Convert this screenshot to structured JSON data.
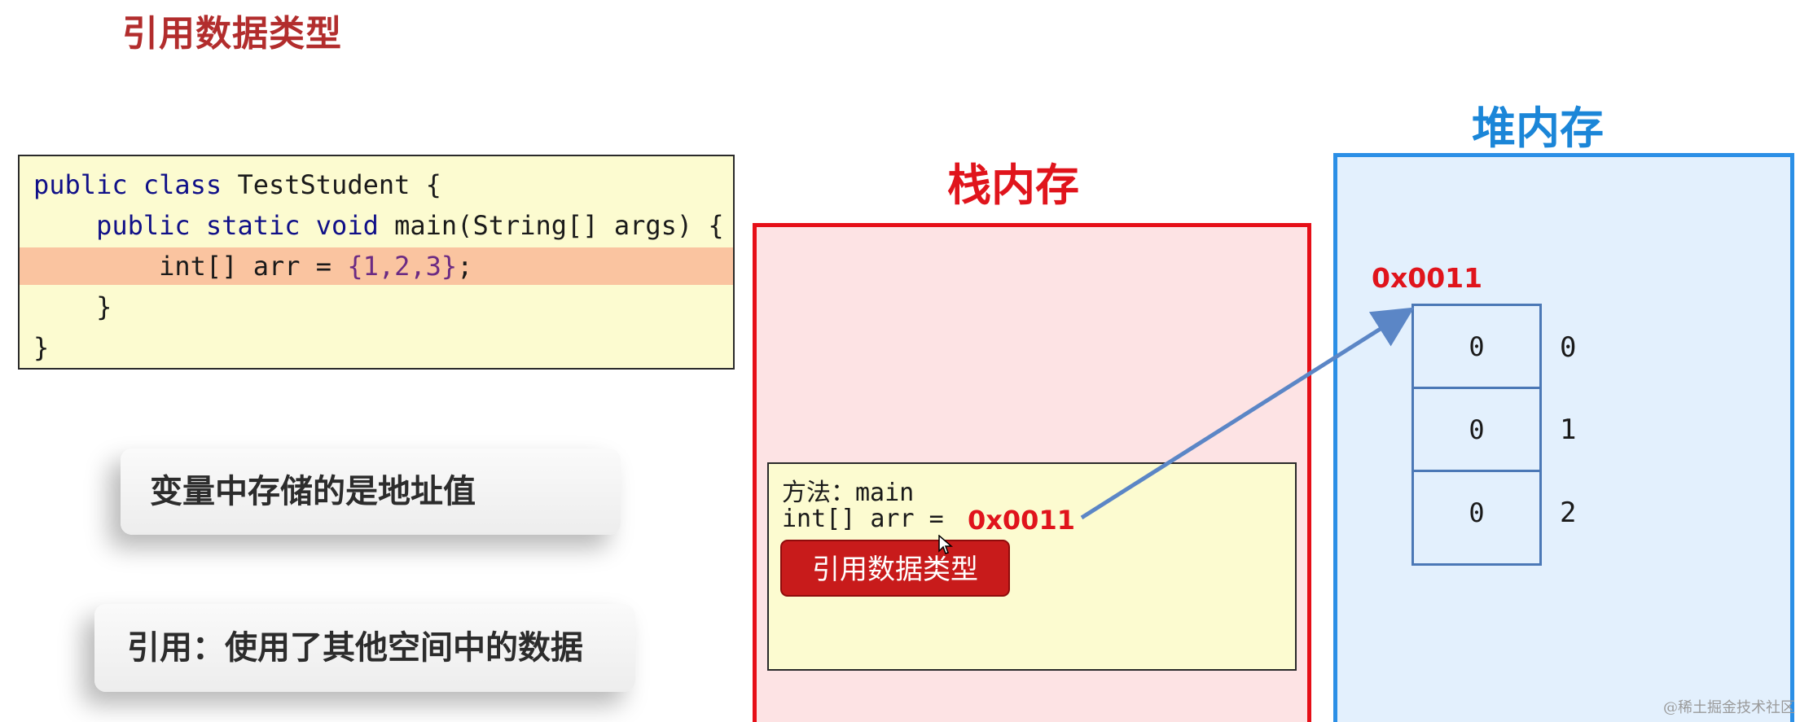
{
  "title": "引用数据类型",
  "code": {
    "line1": {
      "kw": "public class",
      "rest": " TestStudent {"
    },
    "line2": {
      "indent": "    ",
      "kw": "public static void",
      "rest": " main(String[] args) {"
    },
    "line3": {
      "indent": "        ",
      "pre": "int[] arr = ",
      "brace_open": "{",
      "values": "1,2,3",
      "brace_close": "}",
      "post": ";"
    },
    "line4": "    }",
    "line5": "}"
  },
  "callouts": [
    "变量中存储的是地址值",
    "引用：使用了其他空间中的数据"
  ],
  "stack": {
    "title": "栈内存",
    "method_label": "方法：main",
    "var_label": "int[] arr = ",
    "address": "0x0011",
    "ref_badge": "引用数据类型"
  },
  "heap": {
    "title": "堆内存",
    "address": "0x0011",
    "cells": [
      "0",
      "0",
      "0"
    ],
    "indexes": [
      "0",
      "1",
      "2"
    ]
  },
  "watermark": "@稀土掘金技术社区",
  "colors": {
    "title": "#b22d2d",
    "stack_border": "#e60f18",
    "stack_fill": "#fde3e4",
    "heap_border": "#2b8fe6",
    "heap_fill": "#e3f0fd",
    "code_bg": "#fcfbd0",
    "highlight": "#fac4a0",
    "address_red": "#e0141c",
    "arrow": "#5b86c6"
  }
}
